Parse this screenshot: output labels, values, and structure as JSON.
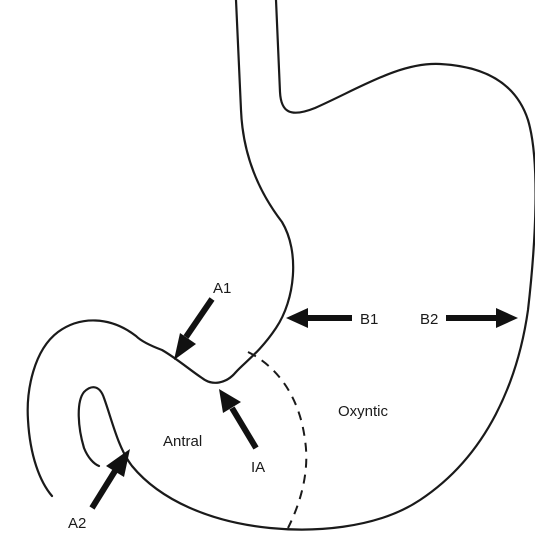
{
  "labels": {
    "a1": "A1",
    "a2": "A2",
    "ia": "IA",
    "b1": "B1",
    "b2": "B2",
    "antral": "Antral",
    "oxyntic": "Oxyntic"
  },
  "colors": {
    "stroke": "#1a1a1a",
    "arrow": "#111111",
    "background": "#ffffff"
  }
}
